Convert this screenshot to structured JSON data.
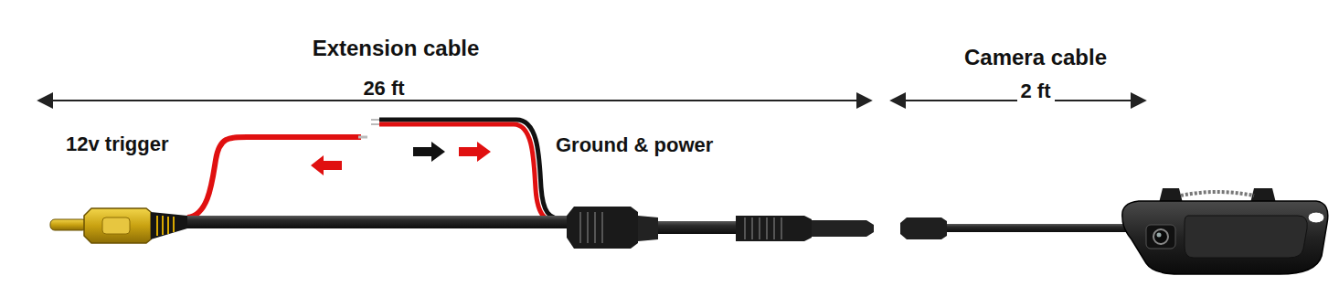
{
  "diagram": {
    "labels": [
      "Extension cable",
      "26 ft",
      "Camera cable",
      "2 ft",
      "12v trigger",
      "Ground & power"
    ]
  }
}
